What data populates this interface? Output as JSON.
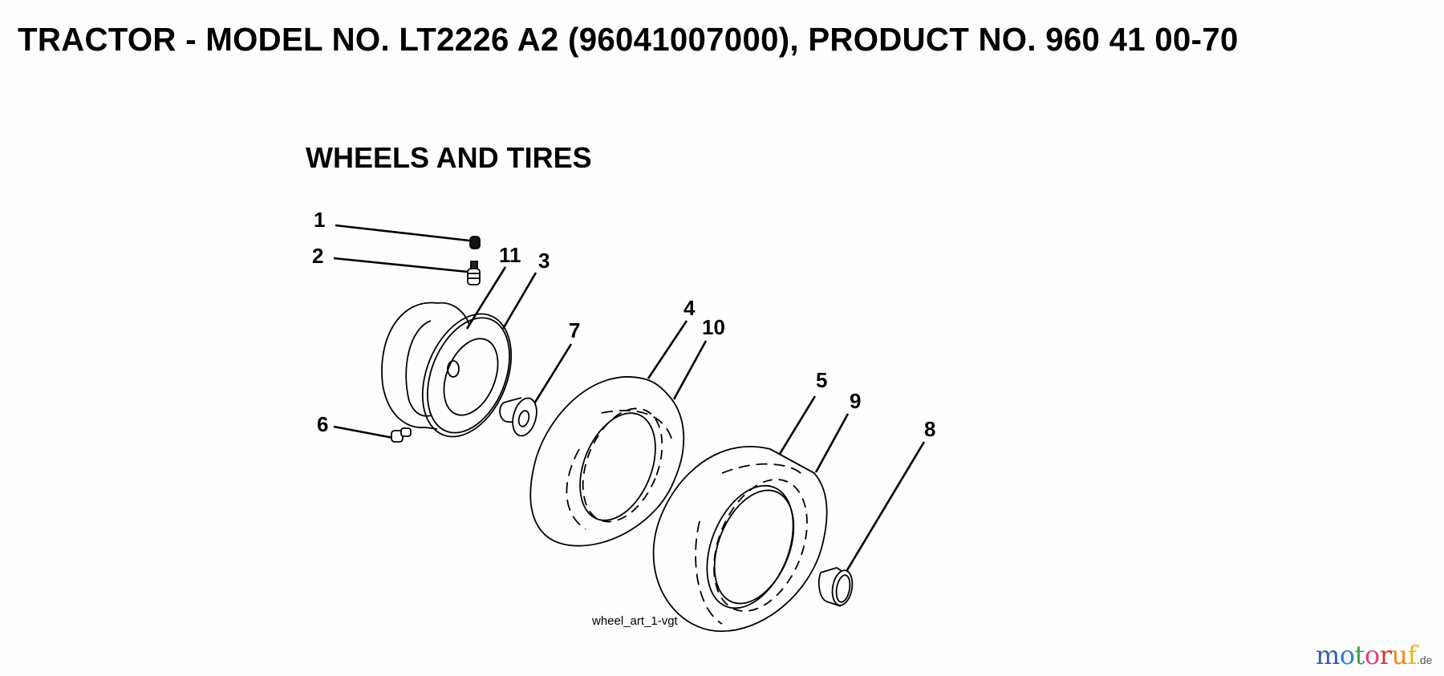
{
  "header": {
    "title": "TRACTOR - MODEL NO. LT2226 A2 (96041007000), PRODUCT NO. 960 41 00-70"
  },
  "section": {
    "title": "WHEELS AND TIRES"
  },
  "diagram": {
    "art_id": "wheel_art_1-vgt",
    "callouts": [
      {
        "num": "1",
        "part": "valve-cap"
      },
      {
        "num": "2",
        "part": "valve-stem"
      },
      {
        "num": "3",
        "part": "rim-front"
      },
      {
        "num": "4",
        "part": "tire-front"
      },
      {
        "num": "5",
        "part": "tire-rear"
      },
      {
        "num": "6",
        "part": "grease-fitting"
      },
      {
        "num": "7",
        "part": "bearing-flange"
      },
      {
        "num": "8",
        "part": "bushing"
      },
      {
        "num": "9",
        "part": "rim-rear"
      },
      {
        "num": "10",
        "part": "tube-front"
      },
      {
        "num": "11",
        "part": "wheel-hub"
      }
    ]
  },
  "watermark": {
    "letters": [
      "m",
      "o",
      "t",
      "o",
      "r",
      "u",
      "f"
    ],
    "colors": [
      "#3a5bb0",
      "#2e7fd1",
      "#3da34a",
      "#e0407a",
      "#d23a2e",
      "#f08a1c",
      "#e8b414"
    ],
    "tld": ".de"
  }
}
